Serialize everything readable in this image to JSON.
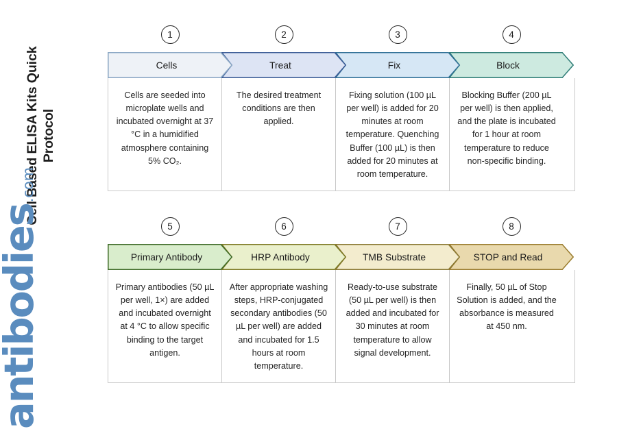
{
  "side_title": "Cell Based ELISA Kits Quick Protocol",
  "brand": {
    "word": "antibodies",
    "tld": ".com",
    "color": "#5a8cbe"
  },
  "colors": {
    "background": "#ffffff",
    "table_border": "#c8c8c8",
    "number_circle_border": "#222222",
    "text": "#1a1a1a"
  },
  "flow": {
    "rows": [
      {
        "row_name": "steps-1-4",
        "steps": [
          {
            "number": "1",
            "label": "Cells",
            "fill": "#eef2f7",
            "stroke": "#8aa7c4",
            "detail": "Cells are seeded into microplate wells and incubated overnight at 37 °C in a humidified atmosphere containing 5% CO₂."
          },
          {
            "number": "2",
            "label": "Treat",
            "fill": "#dde4f4",
            "stroke": "#3b5c96",
            "detail": "The desired treatment conditions are then applied."
          },
          {
            "number": "3",
            "label": "Fix",
            "fill": "#d6e7f5",
            "stroke": "#2f6f96",
            "detail": "Fixing solution (100 µL per well) is added for 20 minutes at room temperature. Quenching Buffer (100 µL) is then added for 20 minutes at room temperature."
          },
          {
            "number": "4",
            "label": "Block",
            "fill": "#cdeae0",
            "stroke": "#2f7d77",
            "detail": "Blocking Buffer (200 µL per well) is then applied, and the plate is incubated for 1 hour at room temperature to reduce non-specific binding."
          }
        ]
      },
      {
        "row_name": "steps-5-8",
        "steps": [
          {
            "number": "5",
            "label": "Primary Antibody",
            "fill": "#d9edcc",
            "stroke": "#3f6b28",
            "detail": "Primary antibodies (50 µL per well, 1×) are added and incubated overnight at 4 °C to allow specific binding to the target antigen."
          },
          {
            "number": "6",
            "label": "HRP Antibody",
            "fill": "#eaf0cc",
            "stroke": "#7d7a24",
            "detail": "After appropriate washing steps, HRP-conjugated secondary antibodies (50 µL per well) are added and incubated for 1.5 hours at room temperature."
          },
          {
            "number": "7",
            "label": "TMB Substrate",
            "fill": "#f3ecce",
            "stroke": "#8a7833",
            "detail": "Ready-to-use substrate (50 µL per well) is then added and incubated for 30 minutes at room temperature to allow signal development."
          },
          {
            "number": "8",
            "label": "STOP and Read",
            "fill": "#e9d9ad",
            "stroke": "#9a7c2e",
            "detail": "Finally, 50 µL of Stop Solution is added, and the absorbance is measured at 450 nm."
          }
        ]
      }
    ]
  }
}
